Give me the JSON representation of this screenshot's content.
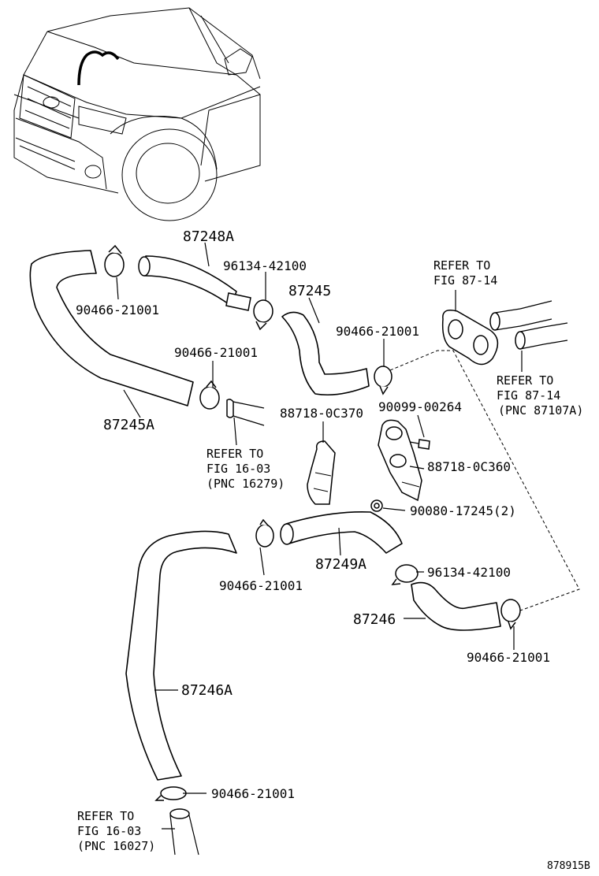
{
  "labels": {
    "hose_87248A": "87248A",
    "hose_87245": "87245",
    "hose_87245A": "87245A",
    "hose_87249A": "87249A",
    "hose_87246": "87246",
    "hose_87246A": "87246A",
    "clamp_96134_top": "96134-42100",
    "clamp_96134_mid": "96134-42100",
    "clamp_90466_a": "90466-21001",
    "clamp_90466_b": "90466-21001",
    "clamp_90466_c": "90466-21001",
    "clamp_90466_d": "90466-21001",
    "clamp_90466_e": "90466-21001",
    "clamp_90466_f": "90466-21001",
    "clip_88718_0C370": "88718-0C370",
    "bracket_88718_0C360": "88718-0C360",
    "bolt_90099": "90099-00264",
    "nut_90080": "90080-17245(2)"
  },
  "references": {
    "fig_87_14_top": [
      "REFER TO",
      "FIG 87-14"
    ],
    "fig_87_14_right": [
      "REFER TO",
      "FIG 87-14",
      "(PNC 87107A)"
    ],
    "fig_16_03_mid": [
      "REFER TO",
      "FIG 16-03",
      "(PNC 16279)"
    ],
    "fig_16_03_bottom": [
      "REFER TO",
      "FIG 16-03",
      "(PNC 16027)"
    ]
  },
  "diagram_code": "878915B"
}
